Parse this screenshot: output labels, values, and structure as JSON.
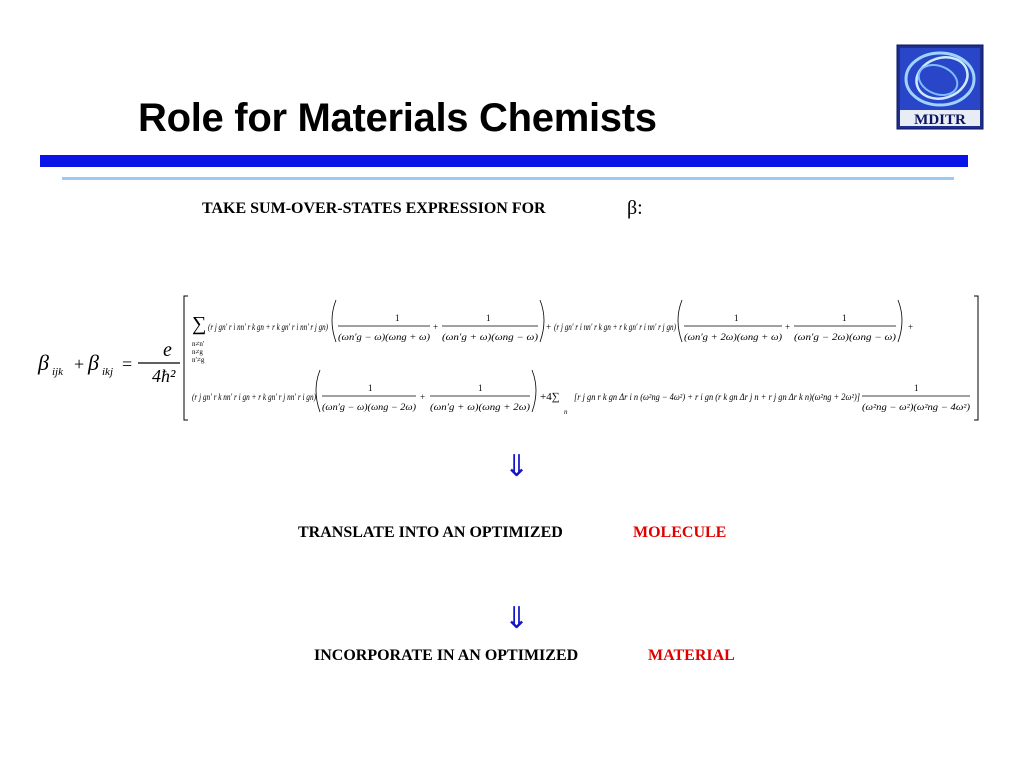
{
  "slide": {
    "title": "Role for Materials Chemists",
    "logo_text": "MDITR",
    "step1": {
      "text": "TAKE SUM-OVER-STATES EXPRESSION FOR",
      "symbol": "β:"
    },
    "arrow_symbol": "⇓",
    "step2": {
      "text": "TRANSLATE INTO AN OPTIMIZED",
      "highlight": "MOLECULE"
    },
    "step3": {
      "text": "INCORPORATE IN AN OPTIMIZED",
      "highlight": "MATERIAL"
    }
  },
  "equation": {
    "lhs_beta": "β",
    "lhs_ijk": "ijk",
    "plus": "+",
    "lhs_ikj": "ikj",
    "equals": "=",
    "prefactor_num": "e",
    "prefactor_den": "4ħ²",
    "sum": "∑",
    "sum_cond1": "n≠n′",
    "sum_cond2": "n≠g",
    "sum_cond3": "n′≠g",
    "one": "1",
    "t1_matrix": "(r j gn′ r i nn′ r k gn + r k gn′ r i nn′ r j gn)",
    "t1_den1": "(ωn′g − ω)(ωng + ω)",
    "t1_den2": "(ωn′g + ω)(ωng − ω)",
    "t2_matrix": "(r j gn′ r i nn′ r k gn + r k gn′ r i nn′ r j gn)",
    "t2_den1": "(ωn′g + 2ω)(ωng + ω)",
    "t2_den2": "(ωn′g − 2ω)(ωng − ω)",
    "t3_matrix": "(r j gn′ r k nn′ r i gn + r k gn′ r j nn′ r i gn)",
    "t3_den1": "(ωn′g − ω)(ωng − 2ω)",
    "t3_den2": "(ωn′g + ω)(ωng + 2ω)",
    "t4_prefix": "+4∑",
    "t4_n": "n",
    "t4_bracket": "[r j gn r k gn Δr i n (ω²ng − 4ω²) + r i gn (r k gn Δr j n + r j gn Δr k n)(ω²ng + 2ω²)]",
    "t4_den": "(ω²ng − ω²)(ω²ng − 4ω²)"
  }
}
